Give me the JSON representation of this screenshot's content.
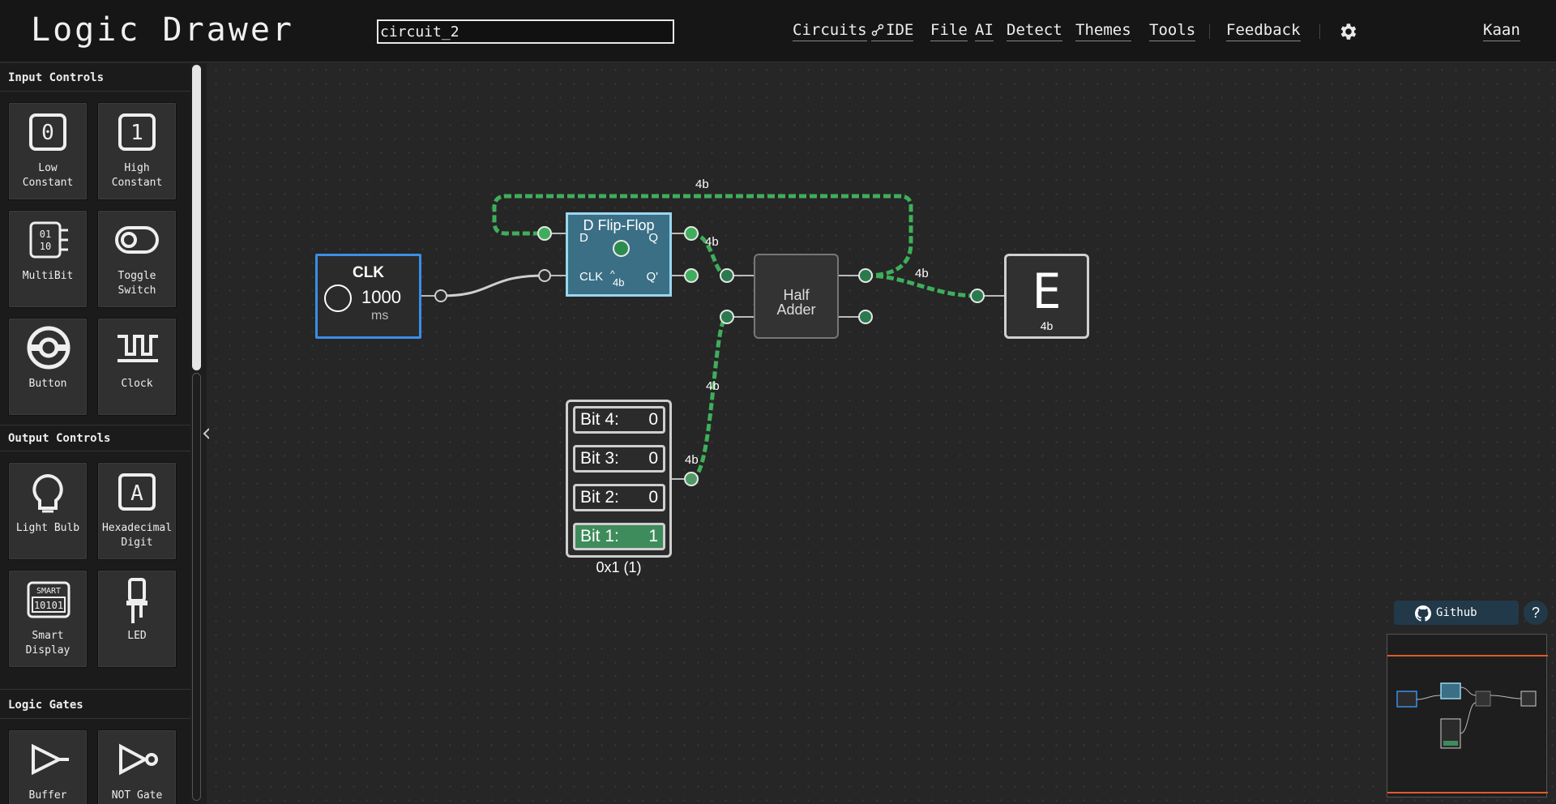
{
  "app": {
    "title": "Logic Drawer",
    "circuit_name": "circuit_2"
  },
  "nav": {
    "items": [
      "Circuits",
      "IDE",
      "File",
      "AI",
      "Detect",
      "Themes",
      "Tools",
      "Feedback"
    ],
    "user": "Kaan"
  },
  "sidebar": {
    "sections": [
      {
        "title": "Input Controls",
        "tiles": [
          {
            "label_lines": [
              "Low",
              "Constant"
            ],
            "icon": "low-constant-icon",
            "glyph": "0"
          },
          {
            "label_lines": [
              "High",
              "Constant"
            ],
            "icon": "high-constant-icon",
            "glyph": "1"
          },
          {
            "label_lines": [
              "MultiBit"
            ],
            "icon": "multibit-icon",
            "glyph_lines": [
              "01",
              "10"
            ]
          },
          {
            "label_lines": [
              "Toggle",
              "Switch"
            ],
            "icon": "toggle-switch-icon"
          },
          {
            "label_lines": [
              "Button"
            ],
            "icon": "button-icon"
          },
          {
            "label_lines": [
              "Clock"
            ],
            "icon": "clock-icon"
          }
        ]
      },
      {
        "title": "Output Controls",
        "tiles": [
          {
            "label_lines": [
              "Light Bulb"
            ],
            "icon": "light-bulb-icon"
          },
          {
            "label_lines": [
              "Hexadecimal",
              "Digit"
            ],
            "icon": "hex-digit-icon",
            "glyph": "A"
          },
          {
            "label_lines": [
              "Smart",
              "Display"
            ],
            "icon": "smart-display-icon",
            "glyph_lines": [
              "SMART",
              "10101"
            ]
          },
          {
            "label_lines": [
              "LED"
            ],
            "icon": "led-icon"
          }
        ]
      },
      {
        "title": "Logic Gates",
        "tiles": [
          {
            "label_lines": [
              "Buffer"
            ],
            "icon": "buffer-gate-icon"
          },
          {
            "label_lines": [
              "NOT Gate"
            ],
            "icon": "not-gate-icon"
          }
        ]
      }
    ]
  },
  "canvas": {
    "clock": {
      "title": "CLK",
      "period": "1000",
      "unit": "ms"
    },
    "dff": {
      "title": "D Flip-Flop",
      "pin_d": "D",
      "pin_q": "Q",
      "pin_clk": "CLK",
      "pin_qn": "Q'",
      "width": "4b"
    },
    "half_adder": {
      "title_lines": [
        "Half",
        "Adder"
      ]
    },
    "hex_display": {
      "digit": "E",
      "width": "4b"
    },
    "multibit": {
      "bits": [
        {
          "name": "Bit 4:",
          "value": "0",
          "on": false
        },
        {
          "name": "Bit 3:",
          "value": "0",
          "on": false
        },
        {
          "name": "Bit 2:",
          "value": "0",
          "on": false
        },
        {
          "name": "Bit 1:",
          "value": "1",
          "on": true
        }
      ],
      "readout": "0x1 (1)"
    },
    "wire_labels": [
      "4b",
      "4b",
      "4b",
      "4b",
      "4b"
    ]
  },
  "footer": {
    "github_label": "Github",
    "help_label": "?"
  },
  "colors": {
    "accent_green": "#3fae5c",
    "clock_border": "#3b8ee8",
    "dff_fill": "#3a6f86",
    "minimap_bar": "#e05a2b"
  }
}
